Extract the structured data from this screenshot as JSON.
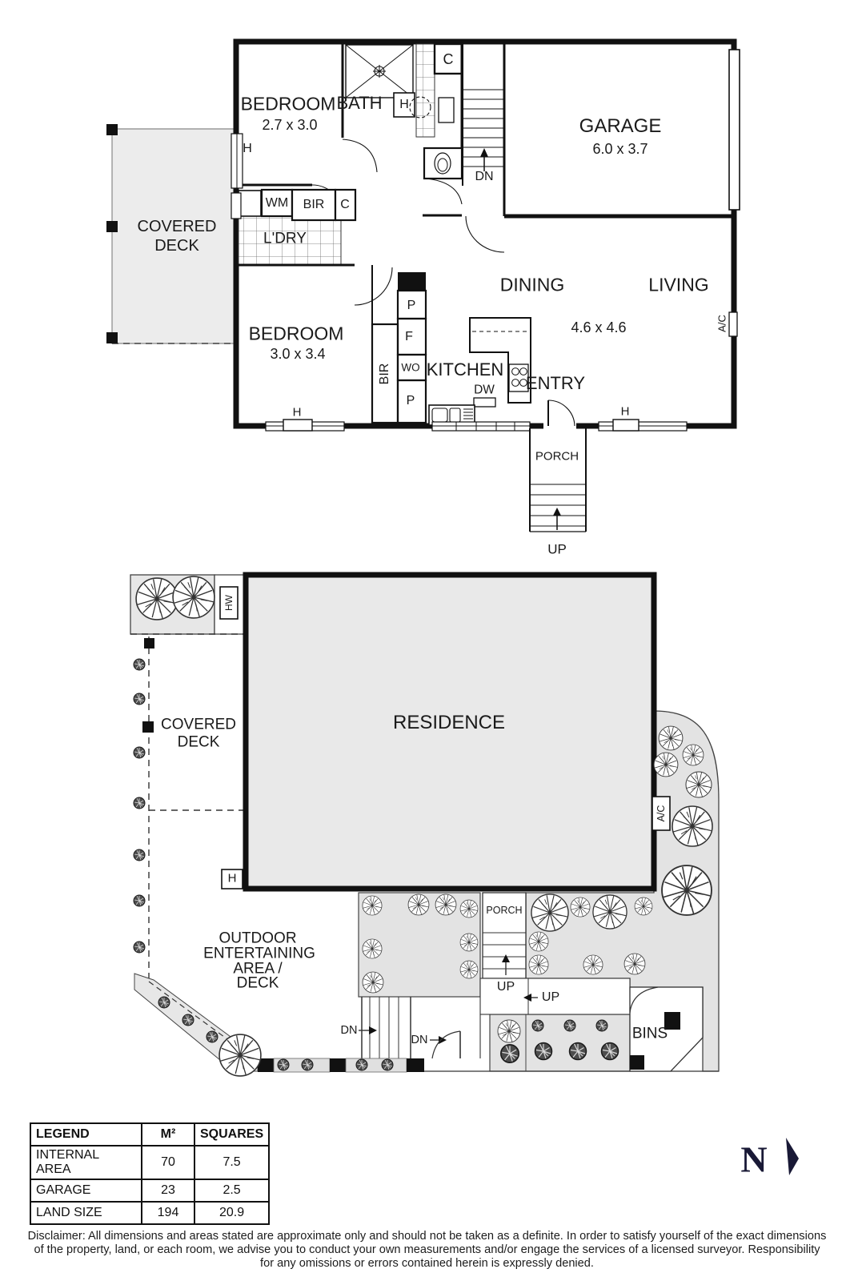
{
  "labels": {
    "h": "H",
    "c": "C",
    "p": "P",
    "f": "F",
    "wo": "WO",
    "wm": "WM",
    "bir": "BIR",
    "dw": "DW",
    "ac": "A/C",
    "hw": "HW",
    "dn": "DN",
    "up": "UP",
    "porch": "PORCH",
    "bins": "BINS",
    "ldry": "L'DRY",
    "bath": "BATH",
    "kitchen": "KITCHEN",
    "entry": "ENTRY",
    "dining": "DINING",
    "living": "LIVING",
    "residence": "RESIDENCE",
    "bedroom": "BEDROOM",
    "garage": "GARAGE",
    "covered": "COVERED",
    "deck": "DECK"
  },
  "dims": {
    "bedroom1": "2.7 x 3.0",
    "bedroom2": "3.0 x 3.4",
    "garage": "6.0 x 3.7",
    "living": "4.6 x 4.6"
  },
  "outdoor": {
    "line1": "OUTDOOR",
    "line2": "ENTERTAINING",
    "line3": "AREA /",
    "line4": "DECK"
  },
  "legend": {
    "col_label": "LEGEND",
    "col_m2": "M²",
    "col_squares": "SQUARES",
    "rows": [
      {
        "name": "INTERNAL AREA",
        "m2": "70",
        "squares": "7.5"
      },
      {
        "name": "GARAGE",
        "m2": "23",
        "squares": "2.5"
      },
      {
        "name": "LAND SIZE",
        "m2": "194",
        "squares": "20.9"
      }
    ]
  },
  "compass": {
    "n": "N"
  },
  "disclaimer": {
    "line1": "Disclaimer: All dimensions and areas stated are approximate only and should not be taken as a definite. In order to satisfy yourself of the exact dimensions",
    "line2": "of the property, land, or each room, we advise you to conduct your own measurements and/or engage the services of a licensed surveyor. Responsibility",
    "line3": "for any omissions or errors contained herein is expressly denied."
  },
  "colors": {
    "wall": "#111111",
    "deck_fill": "#ececec",
    "residence_fill": "#e9e9e9",
    "garden_fill": "#e3e3e3",
    "compass_navy": "#191936"
  }
}
